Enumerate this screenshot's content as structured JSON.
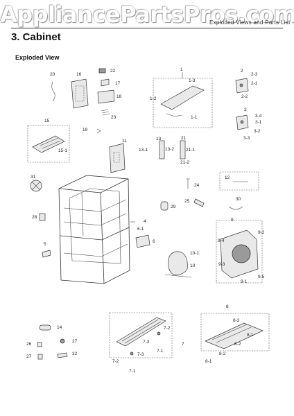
{
  "watermark": "AppliancePartsPros.com",
  "header": {
    "right_text": "Exploded Views and Parts List"
  },
  "section": {
    "title": "3.  Cabinet"
  },
  "subtitle": "Exploded View",
  "callouts": {
    "c20": "20",
    "c16": "16",
    "c22": "22",
    "c17": "17",
    "c18": "18",
    "c23": "23",
    "c1": "1",
    "c1_3": "1-3",
    "c1_2": "1-2",
    "c1_1": "1-1",
    "c2": "2",
    "c2_3": "2-3",
    "c2_1": "2-1",
    "c2_2": "2-2",
    "c3": "3",
    "c3_4": "3-4",
    "c3_1": "3-1",
    "c3_2": "3-2",
    "c3_3": "3-3",
    "c15": "15",
    "c15_1": "15-1",
    "c19": "19",
    "c11": "11",
    "c13": "13",
    "c13_1": "13-1",
    "c13_2": "13-2",
    "c21": "21",
    "c21_1": "21-1",
    "c21_2": "21-2",
    "c12": "12",
    "c31": "31",
    "c24": "24",
    "c25": "25",
    "c30": "30",
    "c29": "29",
    "c28": "28",
    "c4": "4",
    "c6_1": "6-1",
    "c6": "6",
    "c5": "5",
    "c9": "9",
    "c9_2": "9-2",
    "c9_4": "9-4",
    "c9_3": "9-3",
    "c9_1": "9-1",
    "c9_5": "9-5",
    "c10_1": "10-1",
    "c10": "10",
    "c14": "14",
    "c26": "26",
    "c27a": "27",
    "c27b": "27",
    "c32": "32",
    "c7_2a": "7-2",
    "c7_3a": "7-3",
    "c7_1a": "7-1",
    "c7": "7",
    "c7_2b": "7-2",
    "c7_3b": "7-3",
    "c7_1b": "7-1",
    "c8": "8",
    "c8_3": "8-3",
    "c8_1a": "8-1",
    "c8_2a": "8-2",
    "c8_2b": "8-2",
    "c8_1b": "8-1"
  }
}
